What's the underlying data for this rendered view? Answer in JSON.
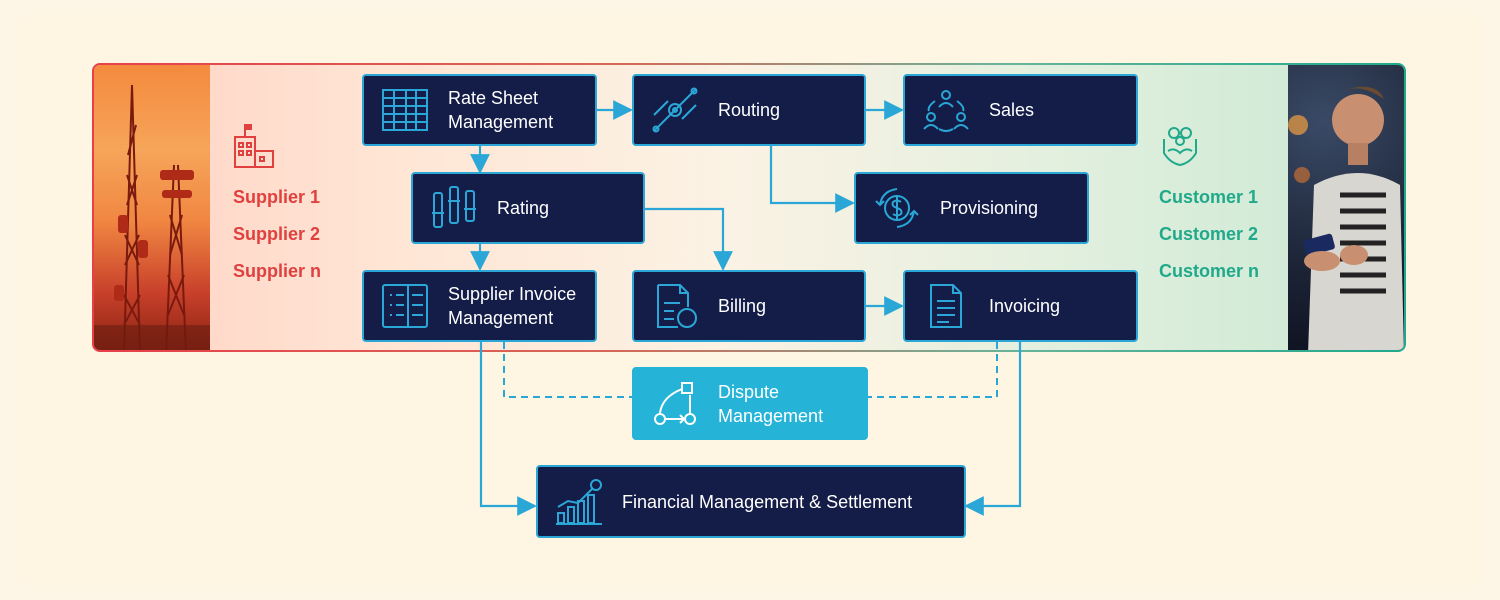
{
  "suppliers": [
    "Supplier 1",
    "Supplier 2",
    "Supplier n"
  ],
  "customers": [
    "Customer 1",
    "Customer 2",
    "Customer n"
  ],
  "nodes": {
    "rate_sheet": {
      "line1": "Rate Sheet",
      "line2": "Management"
    },
    "routing": {
      "label": "Routing"
    },
    "sales": {
      "label": "Sales"
    },
    "rating": {
      "label": "Rating"
    },
    "provisioning": {
      "label": "Provisioning"
    },
    "supplier_invoice": {
      "line1": "Supplier Invoice",
      "line2": "Management"
    },
    "billing": {
      "label": "Billing"
    },
    "invoicing": {
      "label": "Invoicing"
    },
    "dispute": {
      "line1": "Dispute",
      "line2": "Management"
    },
    "financial": {
      "label": "Financial Management & Settlement"
    }
  },
  "colors": {
    "node_fill": "#141c48",
    "node_border": "#2aa7d6",
    "connector": "#2aa7d6",
    "dispute_fill": "#25b3d8",
    "supplier_text": "#e0403e",
    "customer_text": "#21a98b",
    "page_background": "#fdf6e6"
  },
  "icons": {
    "rate_sheet": "spreadsheet-icon",
    "routing": "route-network-icon",
    "sales": "team-network-icon",
    "rating": "slider-bars-icon",
    "provisioning": "dollar-cycle-icon",
    "supplier_invoice": "checklist-icon",
    "billing": "document-coin-icon",
    "invoicing": "document-lines-icon",
    "dispute": "workflow-arrows-icon",
    "financial": "bar-chart-growth-icon",
    "supplier": "building-icon",
    "customer": "hands-people-icon"
  }
}
